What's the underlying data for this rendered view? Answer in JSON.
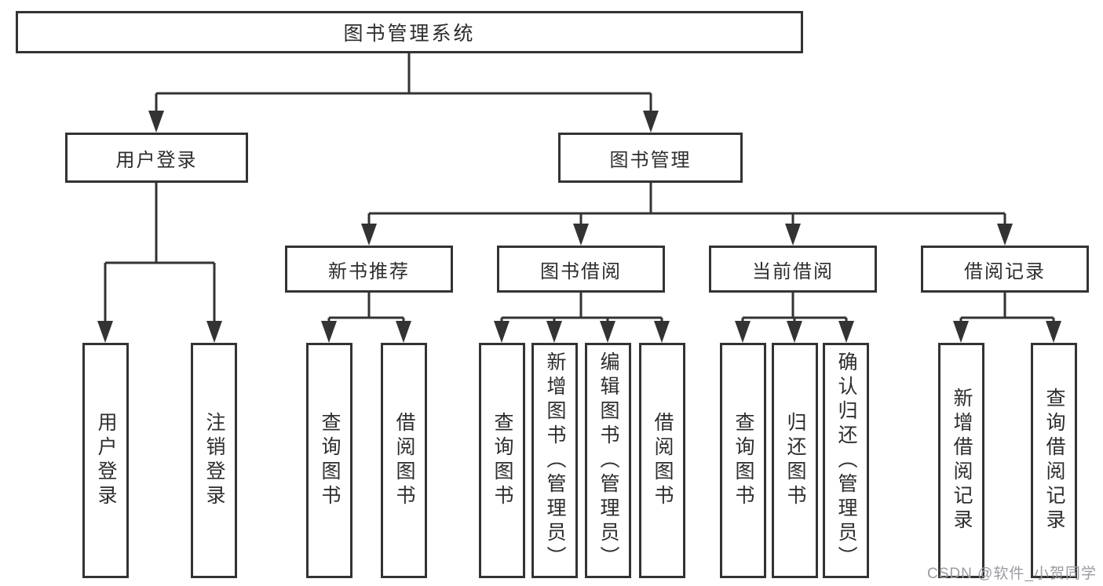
{
  "diagram": {
    "root": "图书管理系统",
    "branches": [
      {
        "label": "用户登录",
        "children": [
          "用户登录",
          "注销登录"
        ]
      },
      {
        "label": "图书管理",
        "children": [
          {
            "label": "新书推荐",
            "children": [
              "查询图书",
              "借阅图书"
            ]
          },
          {
            "label": "图书借阅",
            "children": [
              "查询图书",
              "新增图书（管理员）",
              "编辑图书（管理员）",
              "借阅图书"
            ]
          },
          {
            "label": "当前借阅",
            "children": [
              "查询图书",
              "归还图书",
              "确认归还（管理员）"
            ]
          },
          {
            "label": "借阅记录",
            "children": [
              "新增借阅记录",
              "查询借阅记录"
            ]
          }
        ]
      }
    ]
  },
  "watermark": "CSDN @软件_小贺同学",
  "colors": {
    "line": "#333333",
    "text": "#2d2d2d",
    "watermark": "#9b9ba1",
    "background": "#ffffff"
  }
}
